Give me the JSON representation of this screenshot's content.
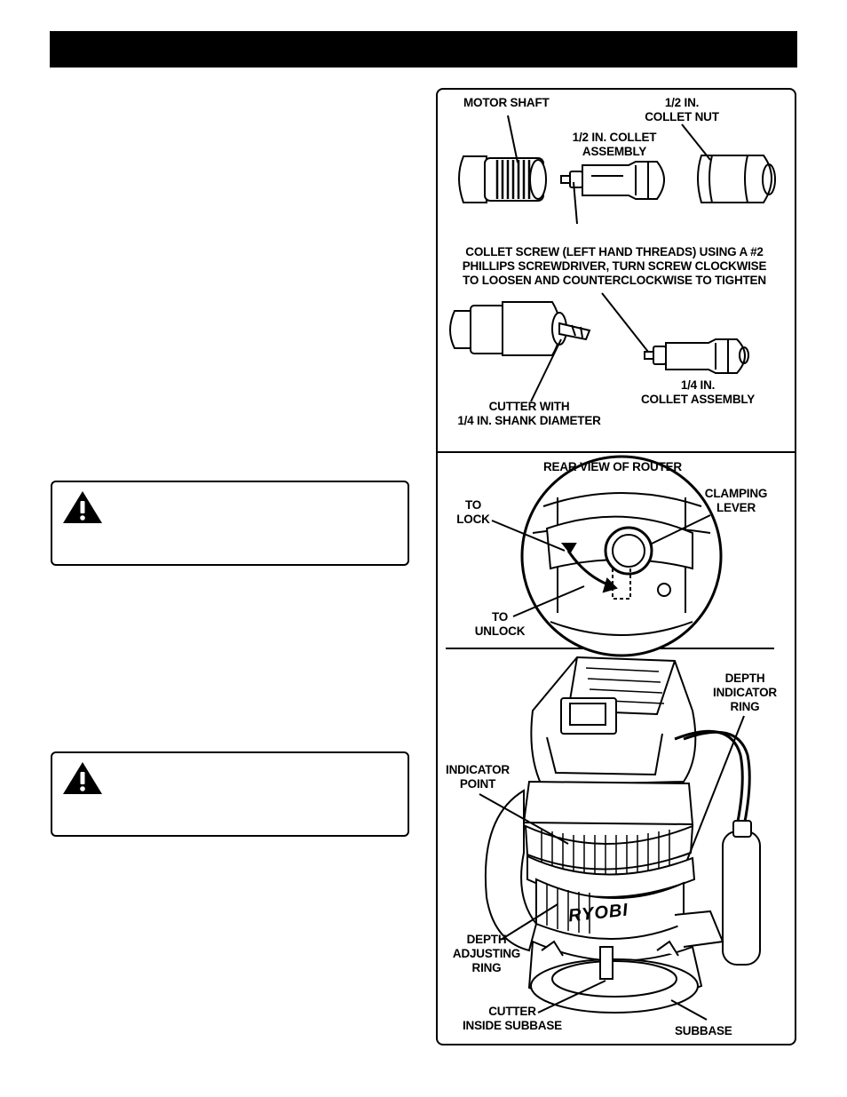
{
  "collet_section": {
    "motor_shaft": "MOTOR SHAFT",
    "collet_nut_line1": "1/2 IN.",
    "collet_nut_line2": "COLLET NUT",
    "half_collet_line1": "1/2 IN. COLLET",
    "half_collet_line2": "ASSEMBLY",
    "screw_line1": "COLLET SCREW (LEFT HAND THREADS) USING A #2",
    "screw_line2": "PHILLIPS SCREWDRIVER, TURN SCREW CLOCKWISE",
    "screw_line3": "TO LOOSEN AND COUNTERCLOCKWISE TO TIGHTEN",
    "cutter_line1": "CUTTER WITH",
    "cutter_line2": "1/4 IN. SHANK DIAMETER",
    "quarter_collet_line1": "1/4 IN.",
    "quarter_collet_line2": "COLLET ASSEMBLY"
  },
  "rear_view_section": {
    "title": "REAR VIEW OF ROUTER",
    "to_lock_line1": "TO",
    "to_lock_line2": "LOCK",
    "clamping_line1": "CLAMPING",
    "clamping_line2": "LEVER",
    "to_unlock_line1": "TO",
    "to_unlock_line2": "UNLOCK"
  },
  "router_section": {
    "depth_ring_line1": "DEPTH",
    "depth_ring_line2": "INDICATOR",
    "depth_ring_line3": "RING",
    "indicator_line1": "INDICATOR",
    "indicator_line2": "POINT",
    "adjusting_line1": "DEPTH",
    "adjusting_line2": "ADJUSTING",
    "adjusting_line3": "RING",
    "cutter_line1": "CUTTER",
    "cutter_line2": "INSIDE SUBBASE",
    "subbase": "SUBBASE",
    "brand": "RYOBI"
  },
  "icons": [
    "warning-triangle-icon"
  ]
}
